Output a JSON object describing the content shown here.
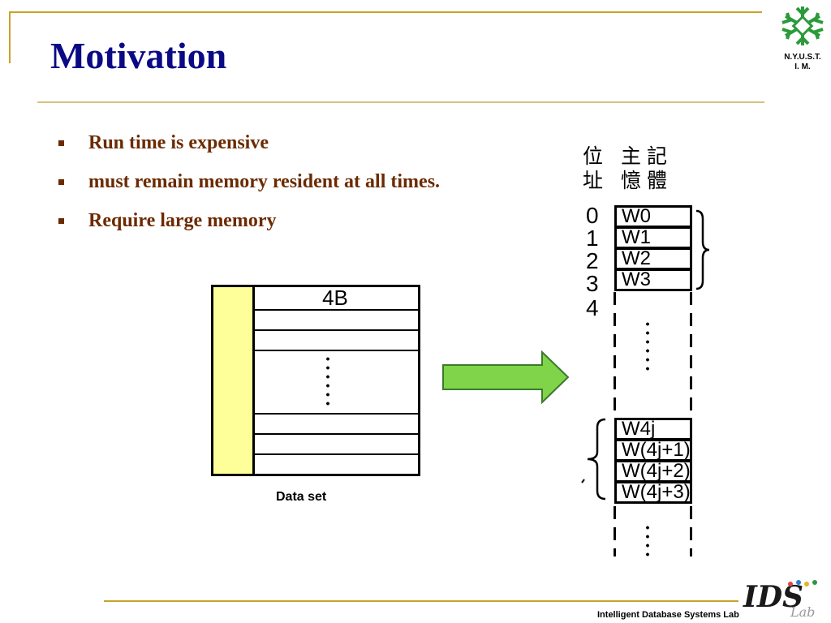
{
  "slide": {
    "title": "Motivation",
    "bullets": [
      "Run time is expensive",
      "must remain memory resident at all times.",
      "Require large memory"
    ]
  },
  "logo": {
    "line1": "N.Y.U.S.T.",
    "line2": "I. M."
  },
  "dataset": {
    "header": "4B",
    "caption": "Data set"
  },
  "memory": {
    "header_col1": [
      "位",
      "址"
    ],
    "header_col2": [
      "主",
      "憶"
    ],
    "header_col3": [
      "記",
      "體"
    ],
    "addresses": [
      "0",
      "1",
      "2",
      "3",
      "4"
    ],
    "top_cells": [
      "W0",
      "W1",
      "W2",
      "W3"
    ],
    "bottom_cells": [
      "W4j",
      "W(4j+1)",
      "W(4j+2)",
      "W(4j+3)"
    ]
  },
  "footer": {
    "text": "Intelligent Database Systems Lab",
    "logo_text": "IDS",
    "logo_script": "Lab"
  },
  "colors": {
    "title": "#0a0a85",
    "bullet_text": "#6b2a00",
    "frame": "#c9a227",
    "key_column": "#ffff99",
    "arrow_fill": "#7fd44a",
    "logo_green": "#2a9a3a"
  }
}
